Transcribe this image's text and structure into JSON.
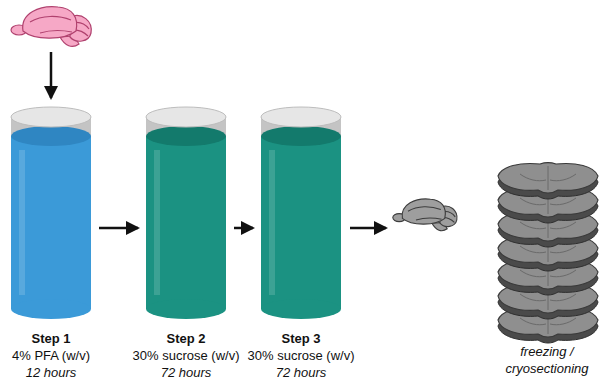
{
  "diagram": {
    "nodes": [
      {
        "text": [
          "Step 1",
          "4% PFA (w/v)",
          "12 hours"
        ]
      },
      {
        "text": [
          "Step 2",
          "30% sucrose (w/v)",
          "72 hours"
        ]
      },
      {
        "text": [
          "Step 3",
          "30% sucrose (w/v)",
          "72 hours"
        ]
      }
    ],
    "edges": [
      {
        "from": 0,
        "to": 1,
        "arrow": "to"
      },
      {
        "from": 1,
        "to": 2,
        "arrow": "to"
      }
    ],
    "labels": [
      "freezing / cryosectioning"
    ]
  }
}
